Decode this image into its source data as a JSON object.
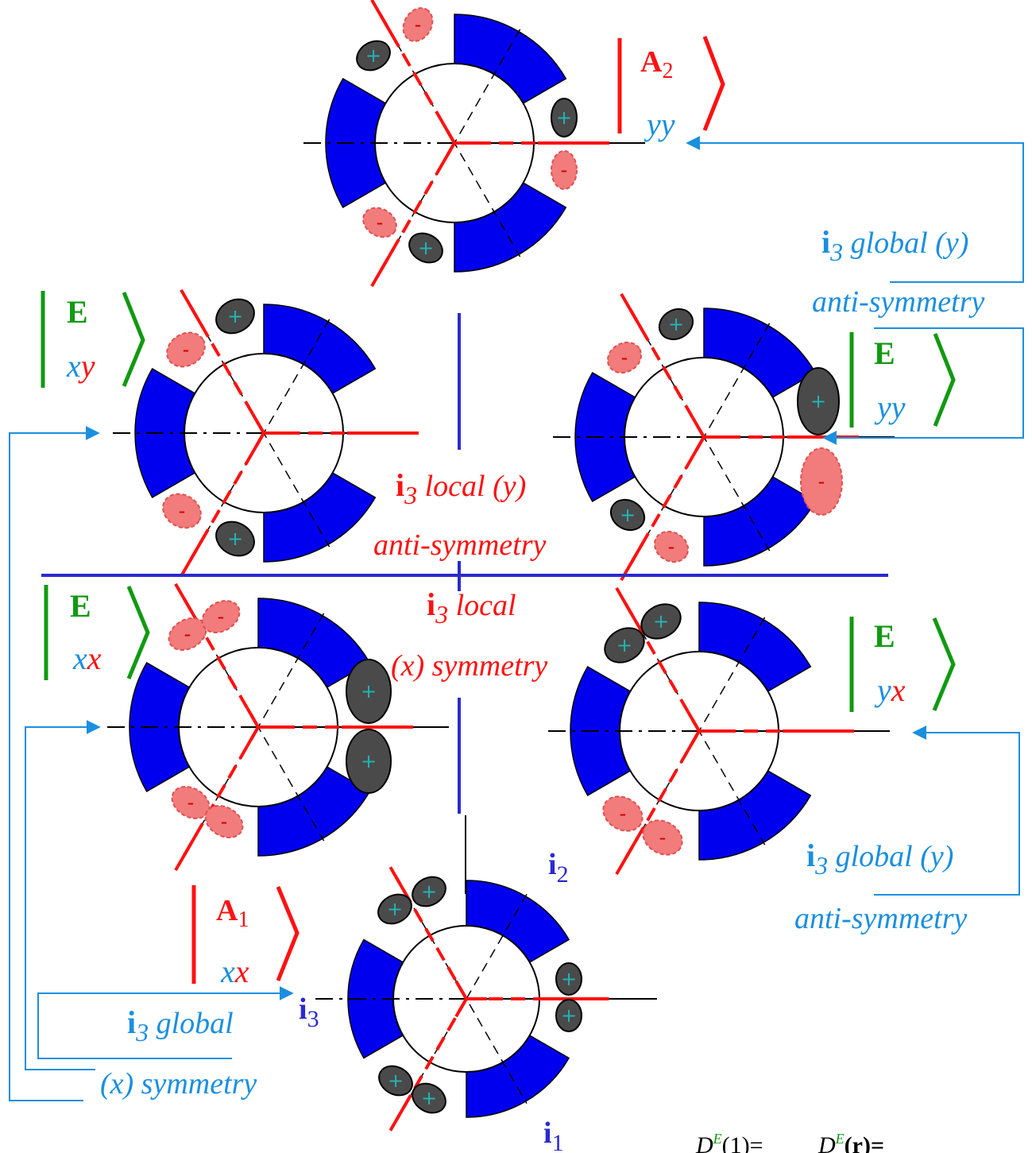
{
  "colors": {
    "blue_segment": "#0000ee",
    "red": "#ff1111",
    "green": "#119911",
    "sky": "#1a8fe0",
    "lobe_plus": "#4a4a4a",
    "lobe_minus": "#f27b7b",
    "navy": "#2a2ad0"
  },
  "kets": {
    "A2": {
      "sym": "A",
      "sub": "2",
      "bottom": "yy"
    },
    "Exy": {
      "sym": "E",
      "bottom1": "x",
      "bottom2": "y"
    },
    "Eyy": {
      "sym": "E",
      "bottom": "yy"
    },
    "Exx": {
      "sym": "E",
      "bottom1": "x",
      "bottom2": "x"
    },
    "Eyx": {
      "sym": "E",
      "bottom1": "y",
      "bottom2": "x"
    },
    "A1": {
      "sym": "A",
      "sub": "1",
      "bottom1": "x",
      "bottom2": "x"
    }
  },
  "labels": {
    "global_y_top": {
      "i": "i",
      "sub": "3",
      "text": " global (y)",
      "note": "anti-symmetry"
    },
    "local_y": {
      "i": "i",
      "sub": "3",
      "text": " local (y)",
      "note": "anti-symmetry"
    },
    "local_x": {
      "i": "i",
      "sub": "3",
      "text": " local",
      "note": "(x) symmetry"
    },
    "global_y_bottom": {
      "i": "i",
      "sub": "3",
      "text": " global (y)",
      "note": "anti-symmetry"
    },
    "global_x": {
      "i": "i",
      "sub": "3",
      "text": " global",
      "note": "(x) symmetry"
    }
  },
  "axes": {
    "i1": {
      "i": "i",
      "sub": "1"
    },
    "i2": {
      "i": "i",
      "sub": "2"
    },
    "i3": {
      "i": "i",
      "sub": "3"
    }
  },
  "signs": {
    "plus": "+",
    "minus": "-"
  },
  "matrices": {
    "D1": {
      "prefix": "D",
      "sup": "E",
      "arg": "(1)="
    },
    "Dr": {
      "prefix": "D",
      "sup": "E",
      "arg": "(r)="
    }
  }
}
